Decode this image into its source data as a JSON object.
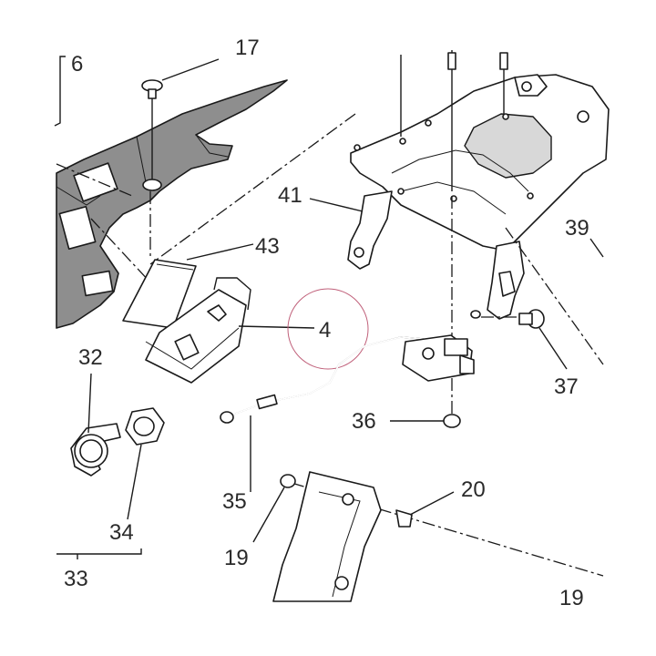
{
  "callouts": {
    "c6": "6",
    "c17": "17",
    "c41": "41",
    "c39": "39",
    "c43": "43",
    "c4": "4",
    "c32": "32",
    "c37": "37",
    "c36": "36",
    "c35": "35",
    "c20": "20",
    "c34": "34",
    "c19a": "19",
    "c33": "33",
    "c19b": "19"
  },
  "colors": {
    "line": "#1a1a1a",
    "gray_part": "#8e8e8e",
    "highlight_circle": "#c0607a"
  },
  "highlight": {
    "target_callout": "4"
  }
}
